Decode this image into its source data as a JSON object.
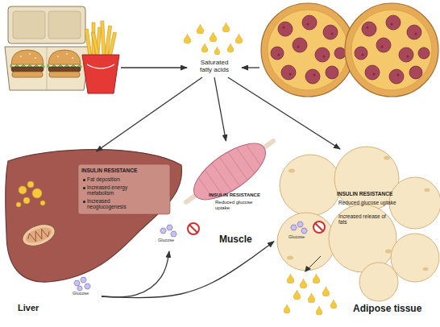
{
  "diagram": {
    "nodes": [
      {
        "text": [
          "Saturated fatty acids"
        ]
      },
      {
        "text": [
          "INSULIN RESISTANCE",
          "Fat deposition",
          "Increased energy metabolism",
          "Increased neoglucogenesis",
          "Liver"
        ]
      },
      {
        "text": [
          "INSULIN RESISTANCE",
          "Reduced glucose uptake",
          "Muscle"
        ]
      },
      {
        "text": [
          "INSULIN RESISTANCE",
          "Reduced glucose uptake",
          "Increased release of fats",
          "Adipose tissue"
        ]
      }
    ],
    "edges": [
      {
        "from": 0,
        "to": 1,
        "arrow": "to"
      },
      {
        "from": 0,
        "to": 2,
        "arrow": "to"
      },
      {
        "from": 0,
        "to": 3,
        "arrow": "to"
      },
      {
        "from": 1,
        "to": 2,
        "arrow": "to"
      },
      {
        "from": 1,
        "to": 3,
        "arrow": "to"
      }
    ],
    "labels": [
      "Glucose",
      "Glucose",
      "Glucose"
    ]
  }
}
